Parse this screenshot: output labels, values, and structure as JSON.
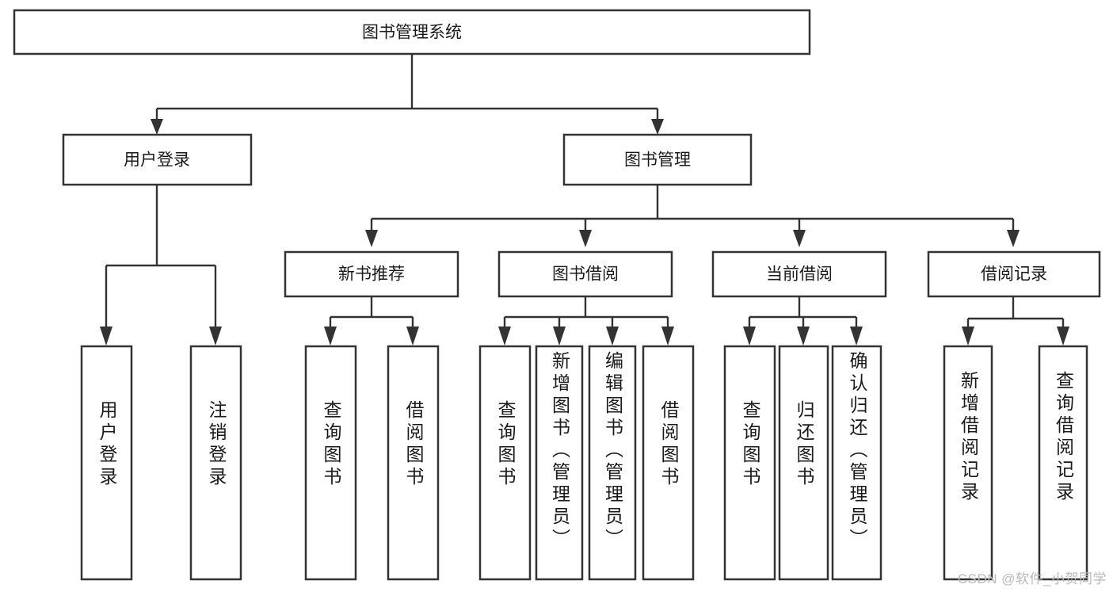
{
  "diagram": {
    "title": "图书管理系统",
    "type": "tree-hierarchy-chart",
    "root": {
      "label": "图书管理系统"
    },
    "level2": [
      {
        "label": "用户登录"
      },
      {
        "label": "图书管理"
      }
    ],
    "level3": [
      {
        "label": "新书推荐"
      },
      {
        "label": "图书借阅"
      },
      {
        "label": "当前借阅"
      },
      {
        "label": "借阅记录"
      }
    ],
    "leaves": {
      "user_login": [
        {
          "label": "用户登录"
        },
        {
          "label": "注销登录"
        }
      ],
      "new_book_recommend": [
        {
          "label": "查询图书"
        },
        {
          "label": "借阅图书"
        }
      ],
      "book_borrow": [
        {
          "label": "查询图书"
        },
        {
          "label": "新增图书（管理员）"
        },
        {
          "label": "编辑图书（管理员）"
        },
        {
          "label": "借阅图书"
        }
      ],
      "current_borrow": [
        {
          "label": "查询图书"
        },
        {
          "label": "归还图书"
        },
        {
          "label": "确认归还（管理员）"
        }
      ],
      "borrow_record": [
        {
          "label": "新增借阅记录"
        },
        {
          "label": "查询借阅记录"
        }
      ]
    }
  },
  "watermark": {
    "text": "CSDN @软件_小贺同学"
  },
  "colors": {
    "box_stroke": "#333333",
    "connector": "#333333",
    "text": "#1a1a1a",
    "background": "#ffffff",
    "watermark": "#b9b9b9"
  }
}
